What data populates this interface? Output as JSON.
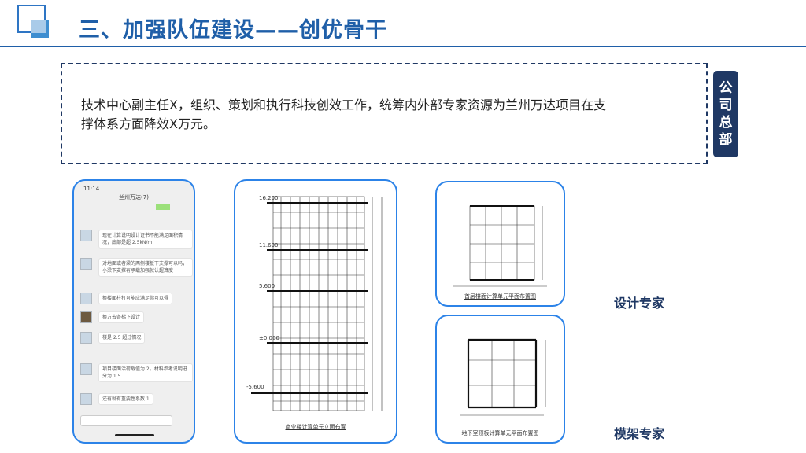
{
  "header": {
    "title": "三、加强队伍建设——创优骨干"
  },
  "body_text": "技术中心副主任X，组织、策划和执行科技创效工作，统筹内外部专家资源为兰州万达项目在支撑体系方面降效X万元。",
  "side_tag": [
    "公",
    "司",
    "总",
    "部"
  ],
  "phone": {
    "status_time": "11:14",
    "chat_title": "兰州万达(7)",
    "messages": [
      "现在计算说明设计证书不能满足面积情况，底部是超 2.5kN/m",
      "对地面或者梁的两侧楼板下支撑可以吗，小梁下支撑有承载加强就认超算度",
      "换楼面柱打可能应满足你可以得",
      "换方去各梯下设计",
      "楼是 2.5 超过情况",
      "项目楼面活荷载值为 2，材料参考说明进分为 1.5",
      "还有就有重要性系数 1"
    ]
  },
  "drawings": {
    "elevation_caption": "商业楼计算单元立面布置",
    "plan1_caption": "首层楼面计算单元平面布置图",
    "plan2_caption": "地下室顶板计算单元平面布置图",
    "elev_levels": [
      "16.200",
      "11.600",
      "5.600",
      "±0.000",
      "-5.600"
    ]
  },
  "labels": {
    "design_expert": "设计专家",
    "formwork_expert": "模架专家"
  }
}
